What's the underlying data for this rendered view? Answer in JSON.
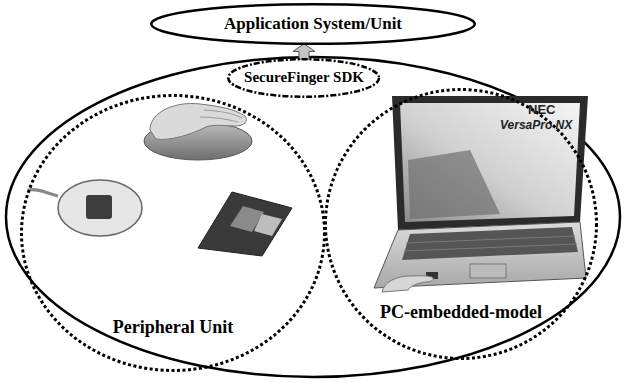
{
  "diagram": {
    "nodes": [
      {
        "text": [
          "Application System/Unit"
        ]
      },
      {
        "text": [
          "SecureFinger SDK"
        ]
      },
      {
        "text": [
          "Peripheral Unit"
        ]
      },
      {
        "text": [
          "PC-embedded-model"
        ]
      }
    ],
    "edges": [
      {
        "from": 1,
        "to": 0,
        "arrow": "to"
      }
    ],
    "labels": [
      "NEC",
      "VersaPro NX"
    ]
  }
}
